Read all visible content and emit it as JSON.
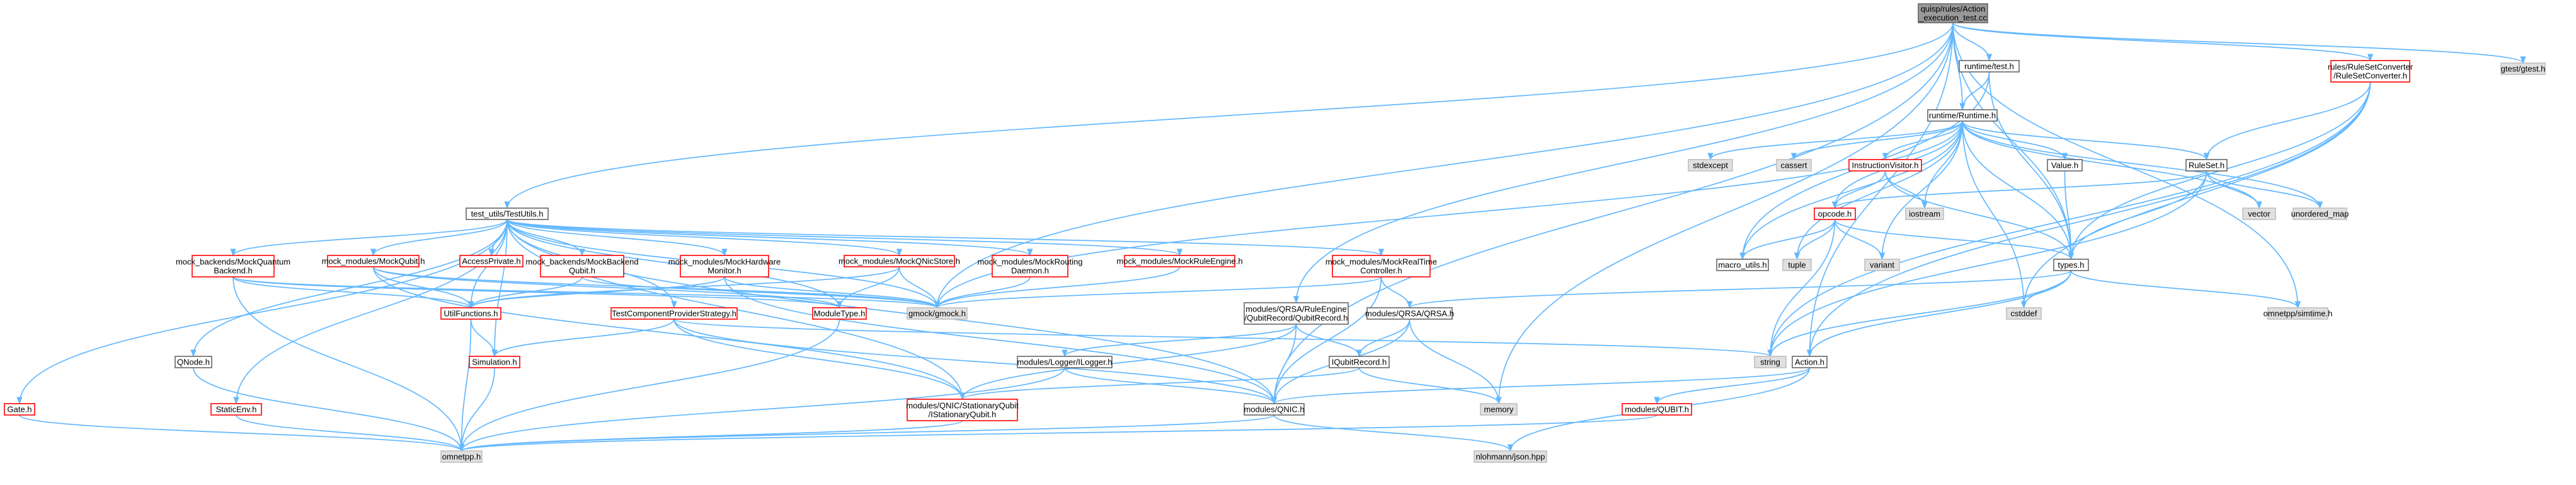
{
  "colors": {
    "edge": "#63b8ff",
    "root_fill": "#999999",
    "root_border": "#666666",
    "red_border": "#ff0000",
    "black_border": "#666666",
    "gray_fill": "#e0e0e0",
    "gray_border": "#bfbfbf",
    "white_fill": "#ffffff"
  },
  "nodes": [
    {
      "id": "root",
      "lines": [
        "quisp/rules/Action",
        "_execution_test.cc"
      ],
      "style": "root"
    },
    {
      "id": "gtest",
      "lines": [
        "gtest/gtest.h"
      ],
      "style": "gray"
    },
    {
      "id": "runtime_test",
      "lines": [
        "runtime/test.h"
      ],
      "style": "black"
    },
    {
      "id": "rsc",
      "lines": [
        "rules/RuleSetConverter",
        "/RuleSetConverter.h"
      ],
      "style": "red"
    },
    {
      "id": "runtime",
      "lines": [
        "runtime/Runtime.h"
      ],
      "style": "black"
    },
    {
      "id": "ruleset",
      "lines": [
        "RuleSet.h"
      ],
      "style": "black"
    },
    {
      "id": "value",
      "lines": [
        "Value.h"
      ],
      "style": "black"
    },
    {
      "id": "stdexcept",
      "lines": [
        "stdexcept"
      ],
      "style": "gray"
    },
    {
      "id": "cassert",
      "lines": [
        "cassert"
      ],
      "style": "gray"
    },
    {
      "id": "instr",
      "lines": [
        "InstructionVisitor.h"
      ],
      "style": "red"
    },
    {
      "id": "iostream",
      "lines": [
        "iostream"
      ],
      "style": "gray"
    },
    {
      "id": "vector",
      "lines": [
        "vector"
      ],
      "style": "gray"
    },
    {
      "id": "umap",
      "lines": [
        "unordered_map"
      ],
      "style": "gray"
    },
    {
      "id": "opcode",
      "lines": [
        "opcode.h"
      ],
      "style": "red"
    },
    {
      "id": "macro",
      "lines": [
        "macro_utils.h"
      ],
      "style": "black"
    },
    {
      "id": "tuple",
      "lines": [
        "tuple"
      ],
      "style": "gray"
    },
    {
      "id": "variant",
      "lines": [
        "variant"
      ],
      "style": "gray"
    },
    {
      "id": "types",
      "lines": [
        "types.h"
      ],
      "style": "black"
    },
    {
      "id": "cstddef",
      "lines": [
        "cstddef"
      ],
      "style": "gray"
    },
    {
      "id": "simtime",
      "lines": [
        "omnetpp/simtime.h"
      ],
      "style": "gray"
    },
    {
      "id": "testutils",
      "lines": [
        "test_utils/TestUtils.h"
      ],
      "style": "black"
    },
    {
      "id": "mqb",
      "lines": [
        "mock_backends/MockQuantum",
        "Backend.h"
      ],
      "style": "red"
    },
    {
      "id": "mmqubit",
      "lines": [
        "mock_modules/MockQubit.h"
      ],
      "style": "red"
    },
    {
      "id": "accessp",
      "lines": [
        "AccessPrivate.h"
      ],
      "style": "red"
    },
    {
      "id": "mbbq",
      "lines": [
        "mock_backends/MockBackend",
        "Qubit.h"
      ],
      "style": "red"
    },
    {
      "id": "mmhw",
      "lines": [
        "mock_modules/MockHardware",
        "Monitor.h"
      ],
      "style": "red"
    },
    {
      "id": "mmqnic",
      "lines": [
        "mock_modules/MockQNicStore.h"
      ],
      "style": "red"
    },
    {
      "id": "mmrd",
      "lines": [
        "mock_modules/MockRouting",
        "Daemon.h"
      ],
      "style": "red"
    },
    {
      "id": "mmre",
      "lines": [
        "mock_modules/MockRuleEngine.h"
      ],
      "style": "red"
    },
    {
      "id": "mmrtc",
      "lines": [
        "mock_modules/MockRealTime",
        "Controller.h"
      ],
      "style": "red"
    },
    {
      "id": "utilfn",
      "lines": [
        "UtilFunctions.h"
      ],
      "style": "red"
    },
    {
      "id": "tcps",
      "lines": [
        "TestComponentProviderStrategy.h"
      ],
      "style": "red"
    },
    {
      "id": "moduletype",
      "lines": [
        "ModuleType.h"
      ],
      "style": "red"
    },
    {
      "id": "gmock",
      "lines": [
        "gmock/gmock.h"
      ],
      "style": "gray"
    },
    {
      "id": "qsrec",
      "lines": [
        "modules/QRSA/RuleEngine",
        "/QubitRecord/QubitRecord.h"
      ],
      "style": "black"
    },
    {
      "id": "qrsa",
      "lines": [
        "modules/QRSA/QRSA.h"
      ],
      "style": "black"
    },
    {
      "id": "qnode",
      "lines": [
        "QNode.h"
      ],
      "style": "black"
    },
    {
      "id": "simulation",
      "lines": [
        "Simulation.h"
      ],
      "style": "red"
    },
    {
      "id": "logger",
      "lines": [
        "modules/Logger/ILogger.h"
      ],
      "style": "black"
    },
    {
      "id": "iqrec",
      "lines": [
        "IQubitRecord.h"
      ],
      "style": "black"
    },
    {
      "id": "string",
      "lines": [
        "string"
      ],
      "style": "gray"
    },
    {
      "id": "action",
      "lines": [
        "Action.h"
      ],
      "style": "black"
    },
    {
      "id": "memory",
      "lines": [
        "memory"
      ],
      "style": "gray"
    },
    {
      "id": "gate",
      "lines": [
        "Gate.h"
      ],
      "style": "red"
    },
    {
      "id": "staticenv",
      "lines": [
        "StaticEnv.h"
      ],
      "style": "red"
    },
    {
      "id": "stationary",
      "lines": [
        "modules/QNIC/StationaryQubit",
        "/IStationaryQubit.h"
      ],
      "style": "red"
    },
    {
      "id": "qnic",
      "lines": [
        "modules/QNIC.h"
      ],
      "style": "black"
    },
    {
      "id": "qubit",
      "lines": [
        "modules/QUBIT.h"
      ],
      "style": "red"
    },
    {
      "id": "omnetpp",
      "lines": [
        "omnetpp.h"
      ],
      "style": "gray"
    },
    {
      "id": "json",
      "lines": [
        "nlohmann/json.hpp"
      ],
      "style": "gray"
    }
  ],
  "edges": [
    [
      "root",
      "gtest"
    ],
    [
      "root",
      "runtime_test"
    ],
    [
      "root",
      "rsc"
    ],
    [
      "root",
      "runtime"
    ],
    [
      "root",
      "testutils"
    ],
    [
      "root",
      "types"
    ],
    [
      "root",
      "action"
    ],
    [
      "root",
      "gmock"
    ],
    [
      "root",
      "simtime"
    ],
    [
      "root",
      "memory"
    ],
    [
      "root",
      "qsrec"
    ],
    [
      "root",
      "qnic"
    ],
    [
      "runtime_test",
      "runtime"
    ],
    [
      "runtime_test",
      "types"
    ],
    [
      "runtime_test",
      "macro"
    ],
    [
      "rsc",
      "ruleset"
    ],
    [
      "rsc",
      "types"
    ],
    [
      "rsc",
      "string"
    ],
    [
      "rsc",
      "cstddef"
    ],
    [
      "rsc",
      "action"
    ],
    [
      "runtime",
      "stdexcept"
    ],
    [
      "runtime",
      "cassert"
    ],
    [
      "runtime",
      "instr"
    ],
    [
      "runtime",
      "iostream"
    ],
    [
      "runtime",
      "value"
    ],
    [
      "runtime",
      "ruleset"
    ],
    [
      "runtime",
      "vector"
    ],
    [
      "runtime",
      "umap"
    ],
    [
      "runtime",
      "opcode"
    ],
    [
      "runtime",
      "macro"
    ],
    [
      "runtime",
      "tuple"
    ],
    [
      "runtime",
      "variant"
    ],
    [
      "runtime",
      "types"
    ],
    [
      "runtime",
      "cstddef"
    ],
    [
      "runtime",
      "gmock"
    ],
    [
      "ruleset",
      "opcode"
    ],
    [
      "ruleset",
      "types"
    ],
    [
      "ruleset",
      "vector"
    ],
    [
      "ruleset",
      "umap"
    ],
    [
      "ruleset",
      "string"
    ],
    [
      "value",
      "types"
    ],
    [
      "instr",
      "opcode"
    ],
    [
      "instr",
      "types"
    ],
    [
      "instr",
      "iostream"
    ],
    [
      "opcode",
      "macro"
    ],
    [
      "opcode",
      "tuple"
    ],
    [
      "opcode",
      "variant"
    ],
    [
      "opcode",
      "types"
    ],
    [
      "opcode",
      "string"
    ],
    [
      "types",
      "cstddef"
    ],
    [
      "types",
      "simtime"
    ],
    [
      "types",
      "string"
    ],
    [
      "types",
      "qrsa"
    ],
    [
      "types",
      "action"
    ],
    [
      "testutils",
      "mqb"
    ],
    [
      "testutils",
      "mmqubit"
    ],
    [
      "testutils",
      "accessp"
    ],
    [
      "testutils",
      "mbbq"
    ],
    [
      "testutils",
      "mmhw"
    ],
    [
      "testutils",
      "mmqnic"
    ],
    [
      "testutils",
      "mmrd"
    ],
    [
      "testutils",
      "mmre"
    ],
    [
      "testutils",
      "mmrtc"
    ],
    [
      "testutils",
      "utilfn"
    ],
    [
      "testutils",
      "tcps"
    ],
    [
      "testutils",
      "moduletype"
    ],
    [
      "testutils",
      "gmock"
    ],
    [
      "testutils",
      "qnode"
    ],
    [
      "testutils",
      "simulation"
    ],
    [
      "testutils",
      "gate"
    ],
    [
      "testutils",
      "staticenv"
    ],
    [
      "testutils",
      "qnic"
    ],
    [
      "testutils",
      "stationary"
    ],
    [
      "mqb",
      "utilfn"
    ],
    [
      "mqb",
      "gmock"
    ],
    [
      "mqb",
      "omnetpp"
    ],
    [
      "mqb",
      "moduletype"
    ],
    [
      "mmqubit",
      "utilfn"
    ],
    [
      "mmqubit",
      "gmock"
    ],
    [
      "mmqubit",
      "stationary"
    ],
    [
      "mmqubit",
      "moduletype"
    ],
    [
      "mbbq",
      "utilfn"
    ],
    [
      "mbbq",
      "gmock"
    ],
    [
      "mmhw",
      "utilfn"
    ],
    [
      "mmhw",
      "gmock"
    ],
    [
      "mmhw",
      "qnic"
    ],
    [
      "mmqnic",
      "gmock"
    ],
    [
      "mmqnic",
      "moduletype"
    ],
    [
      "mmqnic",
      "utilfn"
    ],
    [
      "mmrd",
      "gmock"
    ],
    [
      "mmre",
      "gmock"
    ],
    [
      "mmrtc",
      "gmock"
    ],
    [
      "mmrtc",
      "qrsa"
    ],
    [
      "mmrtc",
      "qnic"
    ],
    [
      "utilfn",
      "simulation"
    ],
    [
      "utilfn",
      "omnetpp"
    ],
    [
      "tcps",
      "simulation"
    ],
    [
      "tcps",
      "stationary"
    ],
    [
      "tcps",
      "qnic"
    ],
    [
      "tcps",
      "string"
    ],
    [
      "moduletype",
      "omnetpp"
    ],
    [
      "qsrec",
      "iqrec"
    ],
    [
      "qsrec",
      "stationary"
    ],
    [
      "qsrec",
      "logger"
    ],
    [
      "qsrec",
      "qnic"
    ],
    [
      "qrsa",
      "iqrec"
    ],
    [
      "qrsa",
      "memory"
    ],
    [
      "qrsa",
      "qnic"
    ],
    [
      "qnode",
      "omnetpp"
    ],
    [
      "simulation",
      "omnetpp"
    ],
    [
      "logger",
      "omnetpp"
    ],
    [
      "logger",
      "qnic"
    ],
    [
      "iqrec",
      "stationary"
    ],
    [
      "iqrec",
      "memory"
    ],
    [
      "action",
      "qubit"
    ],
    [
      "action",
      "json"
    ],
    [
      "action",
      "qnic"
    ],
    [
      "gate",
      "omnetpp"
    ],
    [
      "staticenv",
      "omnetpp"
    ],
    [
      "stationary",
      "omnetpp"
    ],
    [
      "qnic",
      "omnetpp"
    ],
    [
      "qnic",
      "json"
    ],
    [
      "qubit",
      "omnetpp"
    ]
  ]
}
